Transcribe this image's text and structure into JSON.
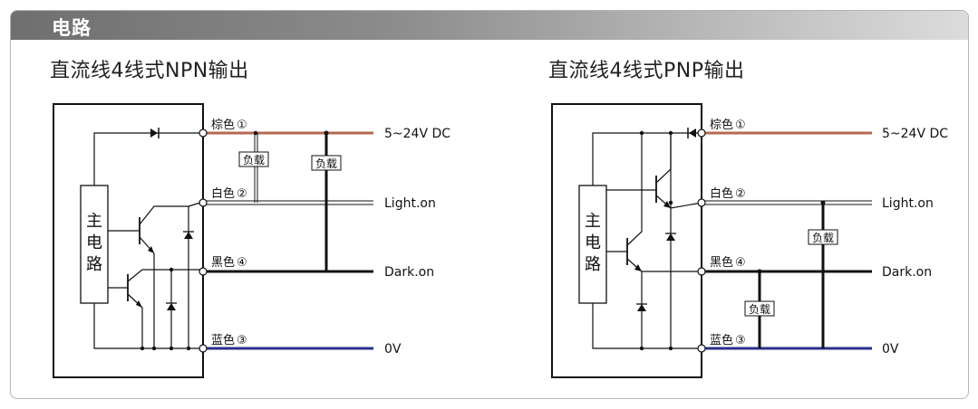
{
  "header": {
    "title": "电路"
  },
  "circuits": [
    {
      "title": "直流线4线式NPN输出",
      "box_label": "主电路",
      "wires": [
        {
          "color_name": "棕色",
          "num": "①",
          "output": "5~24V DC",
          "color": "#b5694f"
        },
        {
          "color_name": "白色",
          "num": "②",
          "output": "Light.on",
          "color": "#ffffff"
        },
        {
          "color_name": "黑色",
          "num": "④",
          "output": "Dark.on",
          "color": "#111111"
        },
        {
          "color_name": "蓝色",
          "num": "③",
          "output": "0V",
          "color": "#2a2f8a"
        }
      ],
      "loads": [
        "负载",
        "负载"
      ]
    },
    {
      "title": "直流线4线式PNP输出",
      "box_label": "主电路",
      "wires": [
        {
          "color_name": "棕色",
          "num": "①",
          "output": "5~24V DC",
          "color": "#b5694f"
        },
        {
          "color_name": "白色",
          "num": "②",
          "output": "Light.on",
          "color": "#ffffff"
        },
        {
          "color_name": "黑色",
          "num": "④",
          "output": "Dark.on",
          "color": "#111111"
        },
        {
          "color_name": "蓝色",
          "num": "③",
          "output": "0V",
          "color": "#2a2f8a"
        }
      ],
      "loads": [
        "负载",
        "负载"
      ]
    }
  ]
}
